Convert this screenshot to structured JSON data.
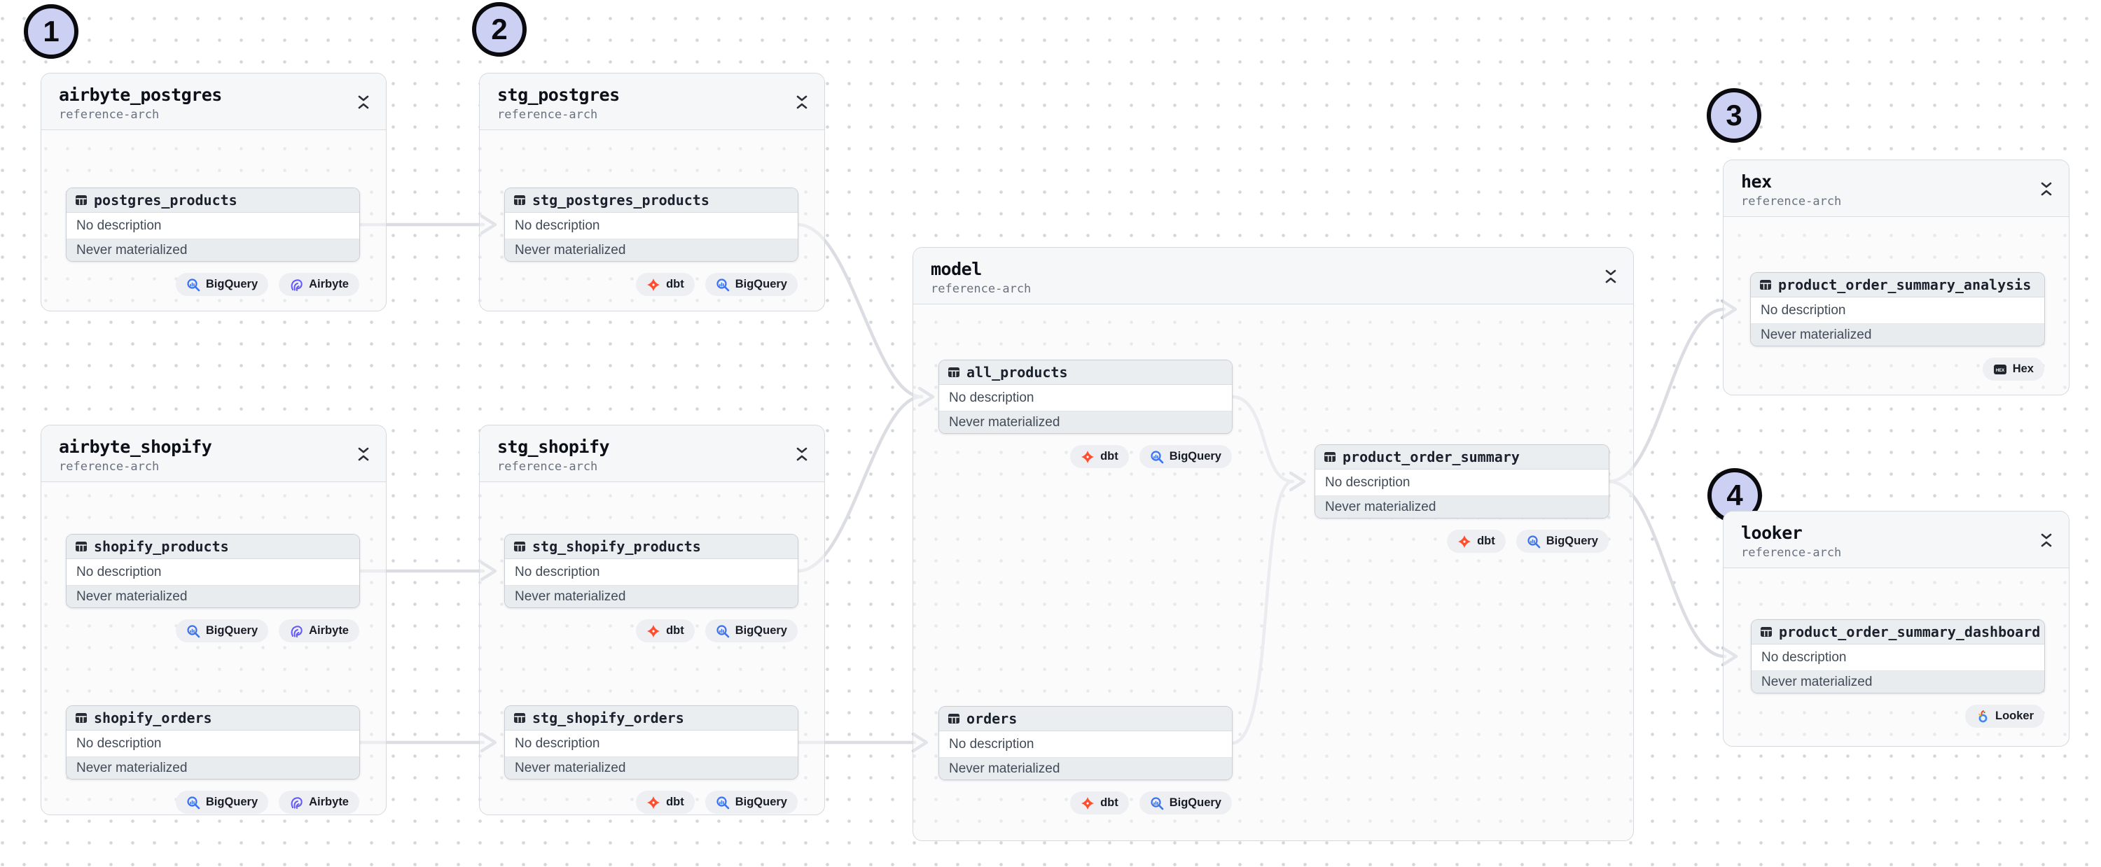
{
  "canvas": {
    "background": "#ffffff",
    "dot_color": "#d3d7dc",
    "edge_color": "#dcdde3",
    "badge_fill": "#ccd1f4"
  },
  "colors": {
    "bigquery": "#3b72ef",
    "airbyte": "#6157ff",
    "dbt": "#ff4d2e",
    "hex": "#20242e",
    "looker": "#4285f4"
  },
  "badges": [
    {
      "label": "1"
    },
    {
      "label": "2"
    },
    {
      "label": "3"
    },
    {
      "label": "4"
    }
  ],
  "groups": [
    {
      "title": "airbyte_postgres",
      "subtitle": "reference-arch",
      "nodes": [
        {
          "name": "postgres_products",
          "description": "No description",
          "status": "Never materialized",
          "tags": [
            {
              "icon": "bigquery-icon",
              "label": "BigQuery"
            },
            {
              "icon": "airbyte-icon",
              "label": "Airbyte"
            }
          ]
        }
      ]
    },
    {
      "title": "stg_postgres",
      "subtitle": "reference-arch",
      "nodes": [
        {
          "name": "stg_postgres_products",
          "description": "No description",
          "status": "Never materialized",
          "tags": [
            {
              "icon": "dbt-icon",
              "label": "dbt"
            },
            {
              "icon": "bigquery-icon",
              "label": "BigQuery"
            }
          ]
        }
      ]
    },
    {
      "title": "airbyte_shopify",
      "subtitle": "reference-arch",
      "nodes": [
        {
          "name": "shopify_products",
          "description": "No description",
          "status": "Never materialized",
          "tags": [
            {
              "icon": "bigquery-icon",
              "label": "BigQuery"
            },
            {
              "icon": "airbyte-icon",
              "label": "Airbyte"
            }
          ]
        },
        {
          "name": "shopify_orders",
          "description": "No description",
          "status": "Never materialized",
          "tags": [
            {
              "icon": "bigquery-icon",
              "label": "BigQuery"
            },
            {
              "icon": "airbyte-icon",
              "label": "Airbyte"
            }
          ]
        }
      ]
    },
    {
      "title": "stg_shopify",
      "subtitle": "reference-arch",
      "nodes": [
        {
          "name": "stg_shopify_products",
          "description": "No description",
          "status": "Never materialized",
          "tags": [
            {
              "icon": "dbt-icon",
              "label": "dbt"
            },
            {
              "icon": "bigquery-icon",
              "label": "BigQuery"
            }
          ]
        },
        {
          "name": "stg_shopify_orders",
          "description": "No description",
          "status": "Never materialized",
          "tags": [
            {
              "icon": "dbt-icon",
              "label": "dbt"
            },
            {
              "icon": "bigquery-icon",
              "label": "BigQuery"
            }
          ]
        }
      ]
    },
    {
      "title": "model",
      "subtitle": "reference-arch",
      "nodes": [
        {
          "name": "all_products",
          "description": "No description",
          "status": "Never materialized",
          "tags": [
            {
              "icon": "dbt-icon",
              "label": "dbt"
            },
            {
              "icon": "bigquery-icon",
              "label": "BigQuery"
            }
          ]
        },
        {
          "name": "orders",
          "description": "No description",
          "status": "Never materialized",
          "tags": [
            {
              "icon": "dbt-icon",
              "label": "dbt"
            },
            {
              "icon": "bigquery-icon",
              "label": "BigQuery"
            }
          ]
        },
        {
          "name": "product_order_summary",
          "description": "No description",
          "status": "Never materialized",
          "tags": [
            {
              "icon": "dbt-icon",
              "label": "dbt"
            },
            {
              "icon": "bigquery-icon",
              "label": "BigQuery"
            }
          ]
        }
      ]
    },
    {
      "title": "hex",
      "subtitle": "reference-arch",
      "nodes": [
        {
          "name": "product_order_summary_analysis",
          "description": "No description",
          "status": "Never materialized",
          "tags": [
            {
              "icon": "hex-icon",
              "label": "Hex"
            }
          ]
        }
      ]
    },
    {
      "title": "looker",
      "subtitle": "reference-arch",
      "nodes": [
        {
          "name": "product_order_summary_dashboard",
          "description": "No description",
          "status": "Never materialized",
          "tags": [
            {
              "icon": "looker-icon",
              "label": "Looker"
            }
          ]
        }
      ]
    }
  ],
  "edges": [
    {
      "from": "postgres_products",
      "to": "stg_postgres_products"
    },
    {
      "from": "shopify_products",
      "to": "stg_shopify_products"
    },
    {
      "from": "shopify_orders",
      "to": "stg_shopify_orders"
    },
    {
      "from": "stg_postgres_products",
      "to": "all_products"
    },
    {
      "from": "stg_shopify_products",
      "to": "all_products"
    },
    {
      "from": "stg_shopify_orders",
      "to": "orders"
    },
    {
      "from": "all_products",
      "to": "product_order_summary"
    },
    {
      "from": "orders",
      "to": "product_order_summary"
    },
    {
      "from": "product_order_summary",
      "to": "product_order_summary_analysis"
    },
    {
      "from": "product_order_summary",
      "to": "product_order_summary_dashboard"
    }
  ]
}
